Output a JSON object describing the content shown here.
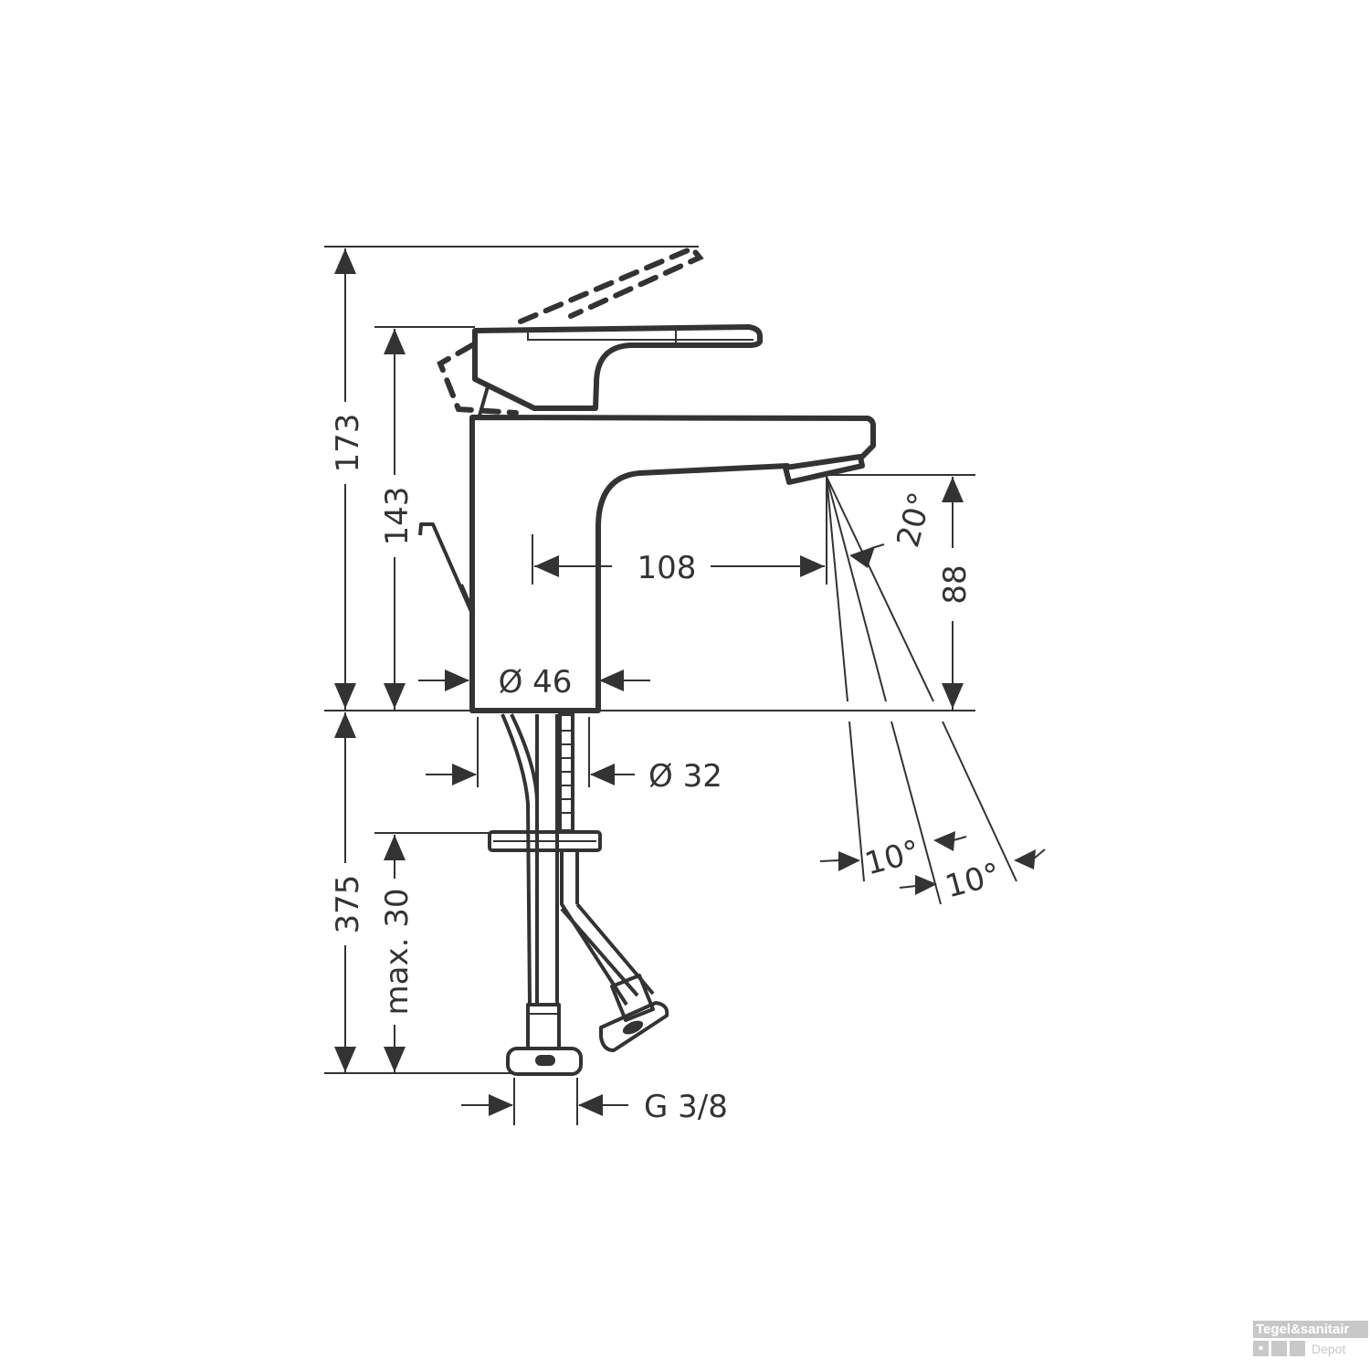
{
  "drawing": {
    "dimensions": {
      "total_height": "173",
      "body_height": "143",
      "spout_height": "88",
      "spout_reach": "108",
      "body_diameter": "Ø 46",
      "shank_diameter": "Ø 32",
      "below_deck": "375",
      "max_deck_thickness": "max. 30",
      "connection": "G 3/8",
      "spray_angle": "20°",
      "angle_left": "10°",
      "angle_right": "10°"
    }
  },
  "watermark": {
    "line1": "Tegel&sanitair",
    "line2": "Depot"
  }
}
